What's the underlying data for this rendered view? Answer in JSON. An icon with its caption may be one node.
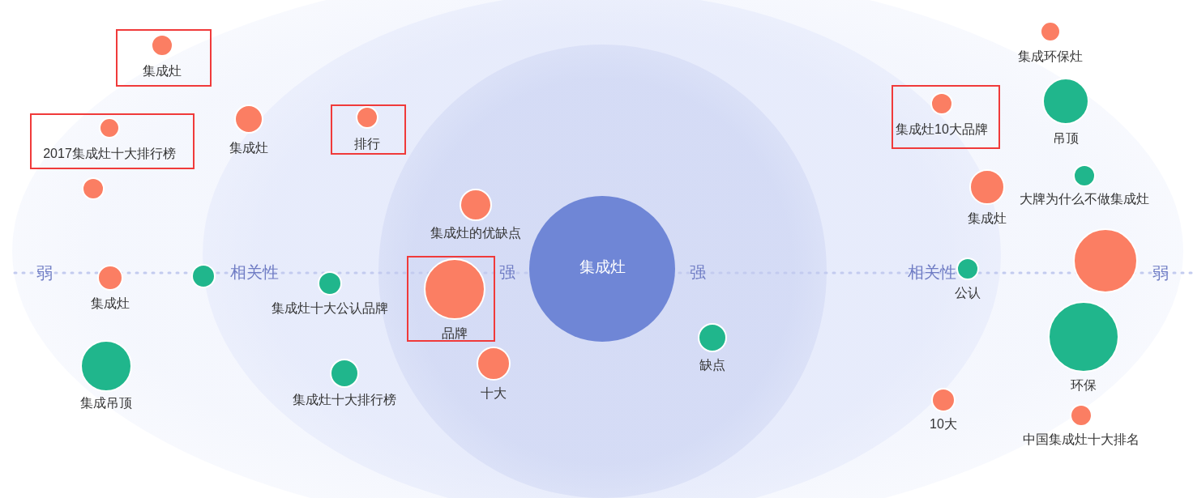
{
  "diagram": {
    "nodes": [
      {
        "text": [],
        "shape": "box"
      },
      {
        "text": [
          "集成灶"
        ],
        "in": 0
      },
      {
        "text": [],
        "shape": "box"
      },
      {
        "text": [
          "2017集成灶十大排行榜"
        ],
        "in": 2
      },
      {
        "text": [
          "集成灶"
        ]
      },
      {
        "text": [],
        "shape": "box"
      },
      {
        "text": [
          "排行"
        ],
        "in": 5
      },
      {
        "text": [],
        "shape": "box"
      },
      {
        "text": [
          "集成灶10大品牌"
        ],
        "in": 7
      },
      {
        "text": [
          "集成环保灶"
        ]
      },
      {
        "text": [
          "吊顶"
        ]
      },
      {
        "text": [],
        "shape": "circle"
      },
      {
        "text": [
          "集成灶的优缺点"
        ]
      },
      {
        "text": [
          "大牌为什么不做集成灶"
        ]
      },
      {
        "text": [
          "集成灶"
        ]
      },
      {
        "text": [
          "集成灶"
        ]
      },
      {
        "text": [],
        "shape": "circle"
      },
      {
        "text": [
          "集成灶十大公认品牌"
        ]
      },
      {
        "text": [],
        "shape": "box"
      },
      {
        "text": [
          "品牌"
        ],
        "in": 18
      },
      {
        "text": [
          "集成灶"
        ]
      },
      {
        "text": [
          "公认"
        ]
      },
      {
        "text": [],
        "shape": "circle"
      },
      {
        "text": [
          "缺点"
        ]
      },
      {
        "text": [
          "集成吊顶"
        ]
      },
      {
        "text": [
          "十大"
        ]
      },
      {
        "text": [
          "集成灶十大排行榜"
        ]
      },
      {
        "text": [
          "环保"
        ]
      },
      {
        "text": [
          "10大"
        ]
      },
      {
        "text": [
          "中国集成灶十大排名"
        ]
      }
    ],
    "labels": [
      "弱",
      "相关性",
      "强",
      "强",
      "相关性",
      "弱"
    ]
  }
}
